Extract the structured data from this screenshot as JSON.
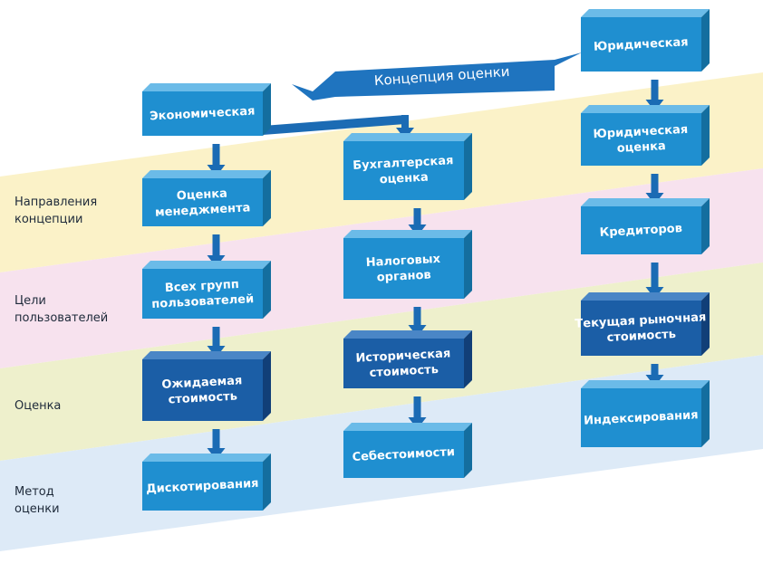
{
  "bands": [
    {
      "label_lines": [
        "Направления",
        "концепции"
      ],
      "color": "#fbf2c8"
    },
    {
      "label_lines": [
        "Цели",
        "пользователей"
      ],
      "color": "#f7e2ee"
    },
    {
      "label_lines": [
        "Оценка"
      ],
      "color": "#eef0cc"
    },
    {
      "label_lines": [
        "Метод",
        "оценки"
      ],
      "color": "#ddeaf7"
    }
  ],
  "banner": {
    "text": "Концепция оценки"
  },
  "columns": [
    {
      "boxes": [
        {
          "lines": [
            "Экономическая"
          ],
          "dark": false
        },
        {
          "lines": [
            "Оценка",
            "менеджмента"
          ],
          "dark": false
        },
        {
          "lines": [
            "Всех групп",
            "пользователей"
          ],
          "dark": false
        },
        {
          "lines": [
            "Ожидаемая",
            "стоимость"
          ],
          "dark": true
        },
        {
          "lines": [
            "Дискотирования"
          ],
          "dark": false
        }
      ]
    },
    {
      "boxes": [
        {
          "lines": [
            "Бухгалтерская",
            "оценка"
          ],
          "dark": false
        },
        {
          "lines": [
            "Налоговых",
            "органов"
          ],
          "dark": false
        },
        {
          "lines": [
            "Историческая",
            "стоимость"
          ],
          "dark": true
        },
        {
          "lines": [
            "Себестоимости"
          ],
          "dark": false
        }
      ]
    },
    {
      "boxes": [
        {
          "lines": [
            "Юридическая"
          ],
          "dark": false
        },
        {
          "lines": [
            "Юридическая",
            "оценка"
          ],
          "dark": false
        },
        {
          "lines": [
            "Кредиторов"
          ],
          "dark": false
        },
        {
          "lines": [
            "Текущая рыночная",
            "стоимость"
          ],
          "dark": true
        },
        {
          "lines": [
            "Индексирования"
          ],
          "dark": false
        }
      ]
    }
  ],
  "colors": {
    "box_light": "#1f8fd0",
    "box_dark": "#1b5ea6",
    "box_top_light": "#6bbbe8",
    "box_side_light": "#146e9f",
    "box_top_dark": "#4a86c6",
    "box_side_dark": "#113f78",
    "arrow": "#1b6bb4",
    "banner": "#1f74bf"
  }
}
